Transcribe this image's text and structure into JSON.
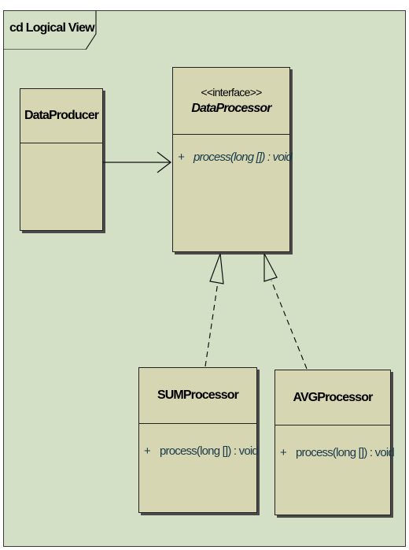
{
  "diagram": {
    "frame_label": "cd Logical View",
    "classes": {
      "data_producer": {
        "name": "DataProducer"
      },
      "data_processor": {
        "stereotype": "<<interface>>",
        "name": "DataProcessor",
        "operation": {
          "visibility": "+",
          "signature": "process(long []) : void"
        }
      },
      "sum_processor": {
        "name": "SUMProcessor",
        "operation": {
          "visibility": "+",
          "signature": "process(long []) : void"
        }
      },
      "avg_processor": {
        "name": "AVGProcessor",
        "operation": {
          "visibility": "+",
          "signature": "process(long []) : void"
        }
      }
    },
    "colors": {
      "frame_background": "#d3e0c5",
      "class_fill": "#d6d6b3",
      "operation_text": "#1a3a4a"
    }
  }
}
